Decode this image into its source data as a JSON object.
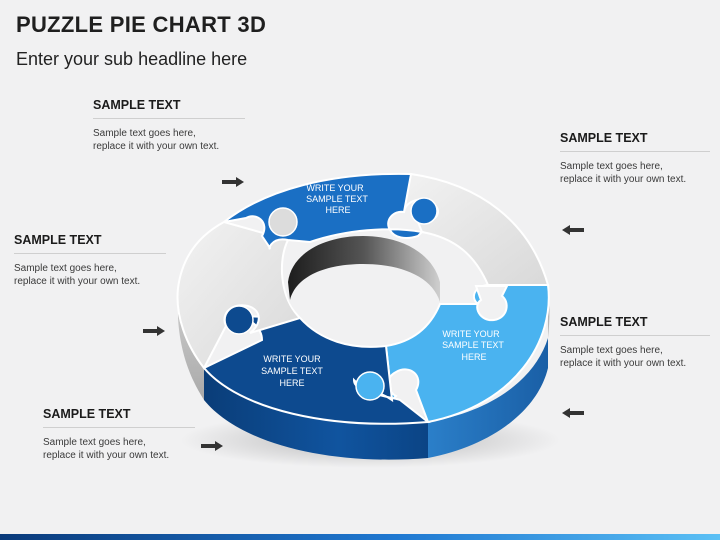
{
  "header": {
    "title": "PUZZLE PIE CHART 3D",
    "subtitle": "Enter your sub headline here"
  },
  "callouts": [
    {
      "title": "SAMPLE TEXT",
      "line1": "Sample text goes here,",
      "line2": "replace it with your own text."
    },
    {
      "title": "SAMPLE TEXT",
      "line1": "Sample text goes here,",
      "line2": "replace it with your own text."
    },
    {
      "title": "SAMPLE TEXT",
      "line1": "Sample text goes here,",
      "line2": "replace it with your own text."
    },
    {
      "title": "SAMPLE TEXT",
      "line1": "Sample text goes here,",
      "line2": "replace it with your own text."
    },
    {
      "title": "SAMPLE TEXT",
      "line1": "Sample text goes here,",
      "line2": "replace it with your own text."
    }
  ],
  "pieces": {
    "top": {
      "line1": "WRITE YOUR",
      "line2": "SAMPLE TEXT",
      "line3": "HERE"
    },
    "bottom_left": {
      "line1": "WRITE YOUR",
      "line2": "SAMPLE TEXT",
      "line3": "HERE"
    },
    "right": {
      "line1": "WRITE YOUR",
      "line2": "SAMPLE TEXT",
      "line3": "HERE"
    }
  },
  "colors": {
    "blue_mid": "#1a6fc4",
    "blue_dark": "#0d4a8f",
    "blue_light": "#4ab3f0",
    "grey_piece": "#dcdcdc",
    "arrow": "#333333"
  }
}
